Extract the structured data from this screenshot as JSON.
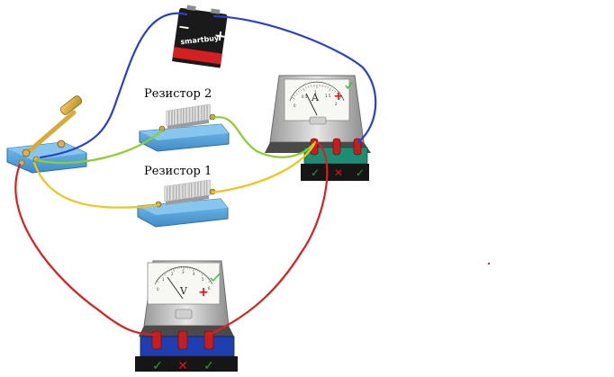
{
  "labels": {
    "resistor_2": "Резистор 2",
    "resistor_1": "Резистор 1"
  },
  "battery": {
    "brand": "smartbuy",
    "minus_sign": "−",
    "plus_sign": "+"
  },
  "ammeter": {
    "unit": "A",
    "plus_sign": "+",
    "scale_ticks": [
      "0",
      "0.5",
      "1",
      "1.5",
      "2"
    ],
    "terminal_marks": [
      "✓",
      "✕",
      "✓"
    ]
  },
  "voltmeter": {
    "unit": "V",
    "plus_sign": "+",
    "scale_ticks": [
      "0",
      "1",
      "2",
      "3",
      "4",
      "5",
      "6"
    ],
    "terminal_marks": [
      "✓",
      "✕",
      "✓"
    ]
  },
  "colors": {
    "wire_blue": "#2a3fd0",
    "wire_red": "#e01d1d",
    "wire_yellow": "#f2c318",
    "wire_green": "#8ccf2a",
    "base_blue": "#4f9fd6",
    "check_green": "#18a830",
    "cross_red": "#e01010"
  }
}
